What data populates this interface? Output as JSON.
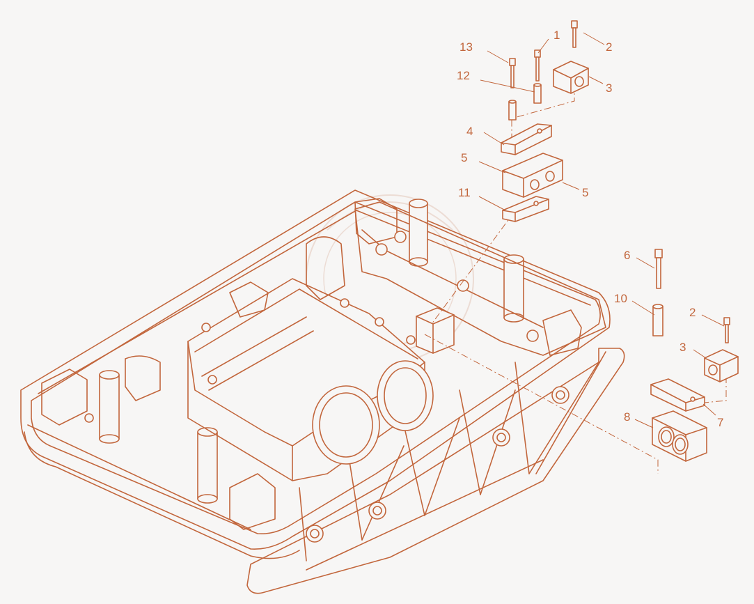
{
  "diagram": {
    "colors": {
      "line": "#c2663c",
      "background": "#f7f6f5",
      "fill": "#f7f6f5",
      "watermark": "#ecdcd4"
    },
    "callouts": [
      {
        "id": "c1",
        "text": "1"
      },
      {
        "id": "c2a",
        "text": "2"
      },
      {
        "id": "c3a",
        "text": "3"
      },
      {
        "id": "c4",
        "text": "4"
      },
      {
        "id": "c5a",
        "text": "5"
      },
      {
        "id": "c5b",
        "text": "5"
      },
      {
        "id": "c11",
        "text": "11"
      },
      {
        "id": "c12",
        "text": "12"
      },
      {
        "id": "c13",
        "text": "13"
      },
      {
        "id": "c6",
        "text": "6"
      },
      {
        "id": "c10",
        "text": "10"
      },
      {
        "id": "c2b",
        "text": "2"
      },
      {
        "id": "c3b",
        "text": "3"
      },
      {
        "id": "c7",
        "text": "7"
      },
      {
        "id": "c8",
        "text": "8"
      }
    ]
  }
}
